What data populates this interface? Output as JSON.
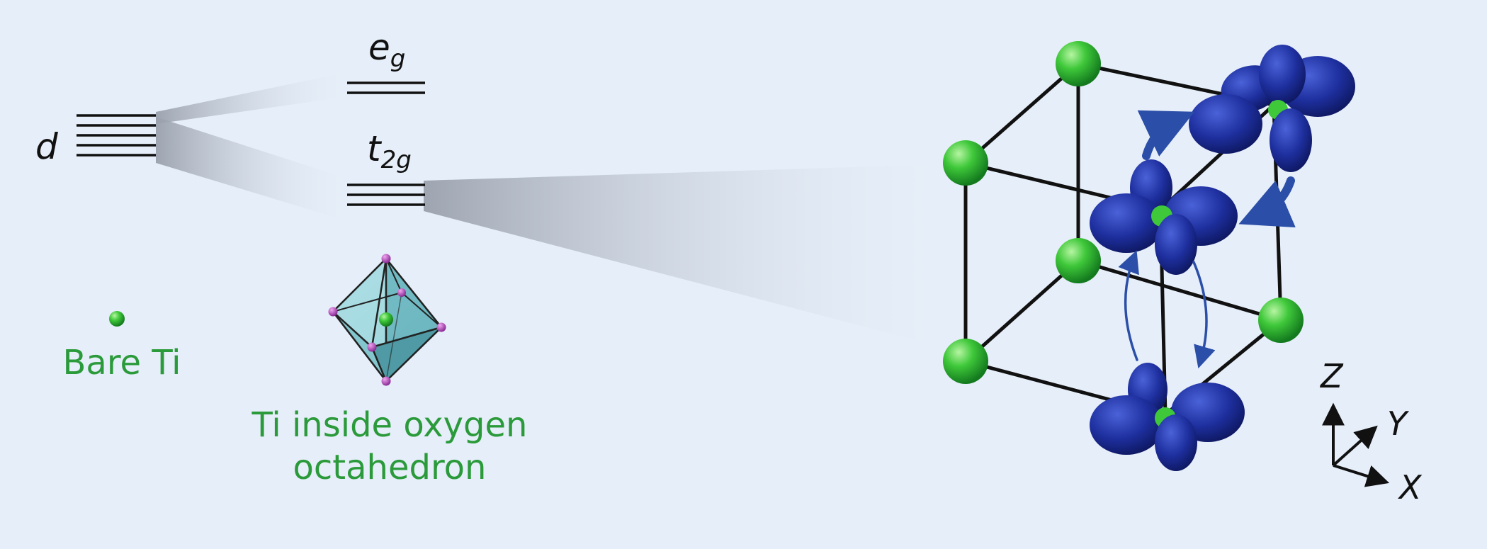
{
  "energy_levels": {
    "d_label": "d",
    "eg_label": "e",
    "eg_sub": "g",
    "t2g_label": "t",
    "t2g_sub": "2g"
  },
  "captions": {
    "bare_ti": "Bare Ti",
    "octahedron_line1": "Ti inside oxygen",
    "octahedron_line2": "octahedron"
  },
  "axes": {
    "z": "Z",
    "y": "Y",
    "x": "X"
  },
  "colors": {
    "background": "#e6eef9",
    "ti_atom": "#2db83a",
    "oxygen_atom": "#b03fb5",
    "orbital": "#1f2f9e",
    "arrow": "#2b4fa8",
    "label_green": "#2a9a3a"
  }
}
